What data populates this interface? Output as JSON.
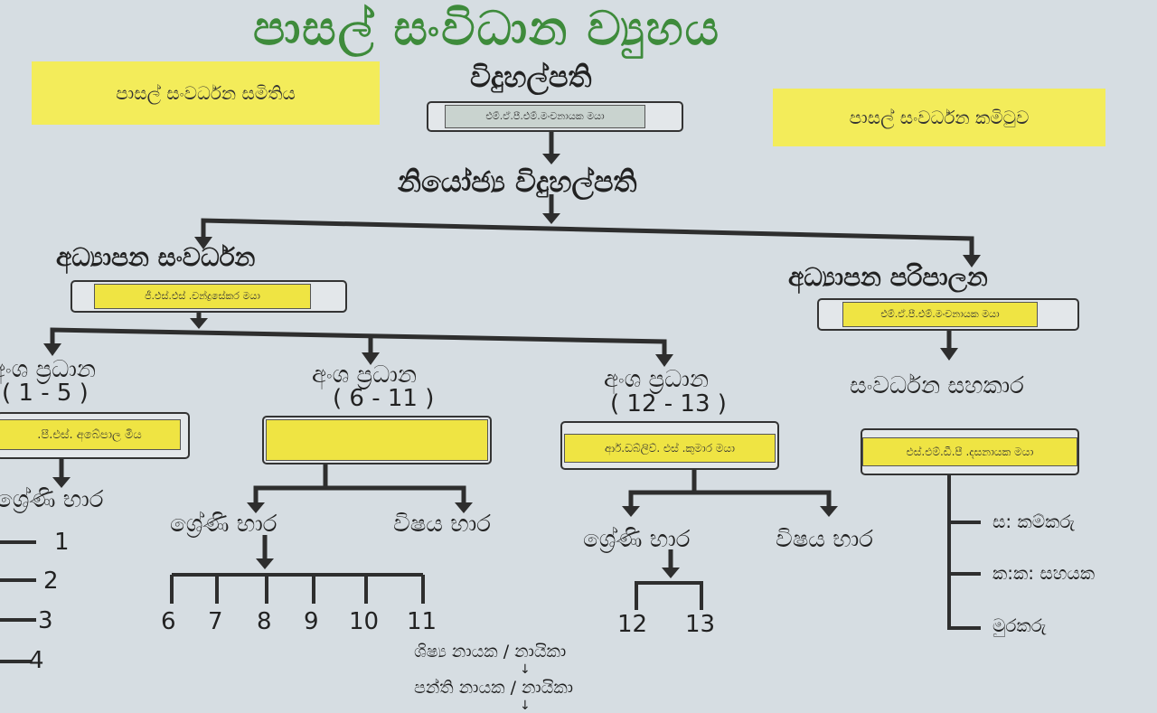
{
  "title": "පාසල් සංවිධාන ව්‍යුහය",
  "left_badge": "පාසල් සංවර්ධන සමිතිය",
  "right_badge": "පාසල් සංවර්ධන කමිටුව",
  "principal": {
    "label": "විදුහල්පති",
    "name": "එම්.ඒ.පී.එම්.මංචනායක මයා"
  },
  "deputy": {
    "label": "නියෝජ්‍ය විදුහල්පති"
  },
  "edu_dev": {
    "label": "අධ්‍යාපන සංවර්ධන",
    "name": "ජී.එස්.එස් .චන්ද්‍රසේකර මයා"
  },
  "edu_admin": {
    "label": "අධ්‍යාපන පරිපාලන",
    "name": "එම්.ඒ.පී.එම්.මංචනායක මයා"
  },
  "sections": [
    {
      "label": "අංශ ප්‍රධාන",
      "range": "( 1 - 5 )",
      "name": ".පී.එස්. අබේපාල මිය"
    },
    {
      "label": "අංශ ප්‍රධාන",
      "range": "( 6 - 11 )",
      "name": ""
    },
    {
      "label": "අංශ ප්‍රධාන",
      "range": "( 12 - 13 )",
      "name": "ආර්.ඩබ්ලිව්. එස් .කුමාර මයා"
    }
  ],
  "dev_assistant": {
    "label": "සංවර්ධන සහකාර",
    "name": "එස්.එම්.ඩී.පී .දසනායක මයා"
  },
  "grade_head": "ශ්‍රේණි භාර",
  "subject_head": "විෂය භාර",
  "grades_primary": [
    "1",
    "2",
    "3",
    "4"
  ],
  "grades_secondary": [
    "6",
    "7",
    "8",
    "9",
    "10",
    "11"
  ],
  "grades_advanced": [
    "12",
    "13"
  ],
  "staff": [
    "ස: කම්කරු",
    "ක:ක: සහයක",
    "මුරකරු"
  ],
  "student_leader": "ශිෂ්‍ය නායක / නායිකා",
  "class_leader": "පන්ති නායක / නායිකා"
}
